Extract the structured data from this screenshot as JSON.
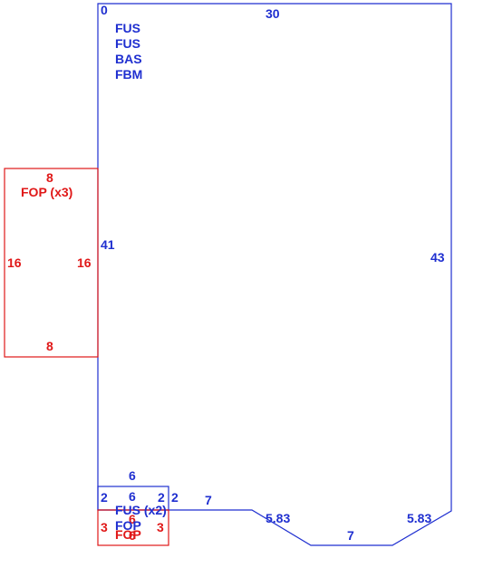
{
  "colors": {
    "main": "#1f2fd0",
    "secondary": "#e01818"
  },
  "main_area": {
    "top_left_dim": "0",
    "top_dim": "30",
    "left_dim": "41",
    "right_dim": "43",
    "bottom_segments": {
      "left_step": "7",
      "chamfer_left": "5.83",
      "bottom": "7",
      "chamfer_right": "5.83"
    },
    "codes": [
      "FUS",
      "FUS",
      "BAS",
      "FBM"
    ]
  },
  "side_box": {
    "top": "8",
    "bottom": "8",
    "left": "16",
    "right": "16",
    "label": "FOP (x3)"
  },
  "small_blue_box": {
    "top": "6",
    "bottom": "6",
    "left": "2",
    "right": "2",
    "outside_right": "2",
    "label": "FUS (x2)"
  },
  "small_red_box": {
    "top": "6",
    "bottom": "6",
    "left": "3",
    "right": "3",
    "label_1": "FOP",
    "label_2": "FOP"
  }
}
